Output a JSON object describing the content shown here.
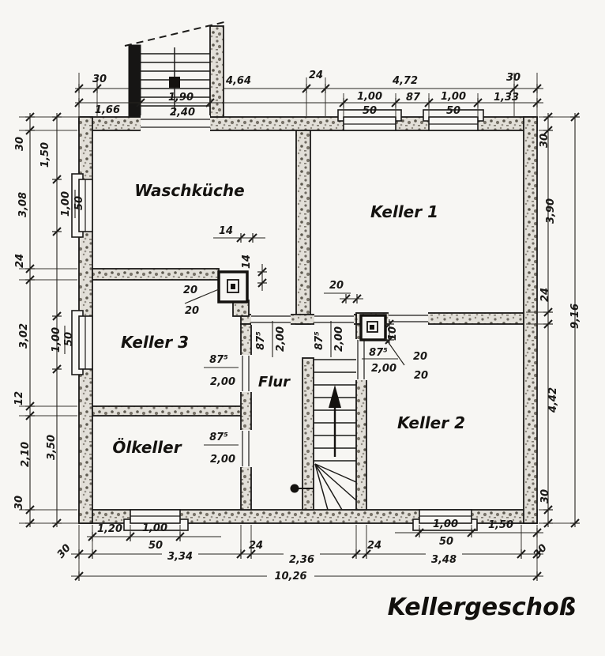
{
  "title": "Kellergeschoß",
  "rooms": {
    "waschkueche": "Waschküche",
    "keller1": "Keller 1",
    "keller2": "Keller 2",
    "keller3": "Keller 3",
    "oelkeller": "Ölkeller",
    "flur": "Flur"
  },
  "dims": {
    "top1": [
      "30",
      "4,64",
      "24",
      "4,72",
      "30"
    ],
    "top2": {
      "a": "1,66",
      "stair_w": "1,90",
      "stair_w2": "2,40",
      "w1": "1,00",
      "w1h": "50",
      "gap": "87",
      "w2": "1,00",
      "w2h": "50",
      "b": "1,33"
    },
    "left1": [
      "30",
      "3,08",
      "24",
      "3,02",
      "12",
      "2,10",
      "30"
    ],
    "left2": {
      "a": "1,50",
      "w1": "1,00",
      "w1h": "50",
      "w2": "1,00",
      "w2h": "50",
      "b": "3,50"
    },
    "right1": [
      "30",
      "3,90",
      "24",
      "4,42",
      "30"
    ],
    "right_total": "9,16",
    "bottomA": {
      "a": "1,20",
      "w1": "1,00",
      "w1h": "50",
      "w2": "1,00",
      "w2h": "50",
      "b": "1,50"
    },
    "bottomB": [
      "30",
      "3,34",
      "24",
      "2,36",
      "24",
      "3,48",
      "30"
    ],
    "bottom_total": "10,26",
    "wall": {
      "t20": "20",
      "t14a": "14",
      "t14b": "14",
      "col_off": "10"
    },
    "chimney1": {
      "a": "20",
      "b": "20"
    },
    "chimney2": {
      "a": "20",
      "b": "20"
    }
  },
  "doors": {
    "keller3": {
      "w": "87⁵",
      "h": "2,00"
    },
    "oelkeller": {
      "w": "87⁵",
      "h": "2,00"
    },
    "flur_left": {
      "w": "87⁵",
      "h": "2,00"
    },
    "flur_right": {
      "w": "87⁵",
      "h": "2,00"
    },
    "keller2": {
      "w": "87⁵",
      "h": "2,00"
    }
  }
}
